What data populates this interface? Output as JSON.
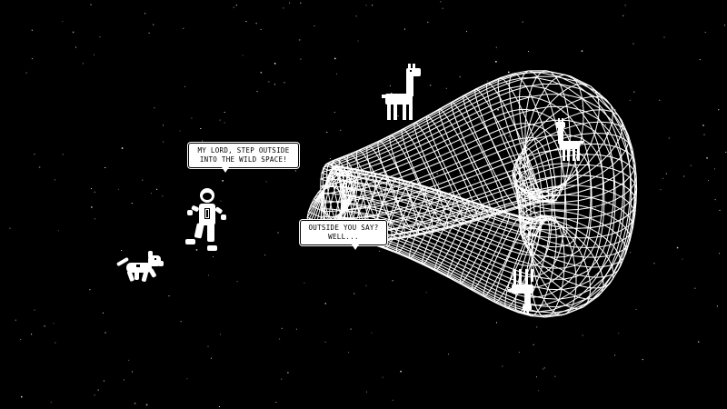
{
  "scene": {
    "background_color": "#000000",
    "foreground_color": "#ffffff"
  },
  "dialogue": {
    "astronaut": {
      "line1": "MY LORD, STEP OUTSIDE",
      "line2": "INTO THE WILD SPACE!"
    },
    "torus": {
      "line1": "OUTSIDE YOU SAY?",
      "line2": "WELL..."
    }
  },
  "characters": {
    "astronaut": "astronaut-icon",
    "dog": "dog-icon",
    "llamas": [
      "llama-icon",
      "llama-icon",
      "llama-icon"
    ],
    "object": "wireframe-klein-torus"
  }
}
